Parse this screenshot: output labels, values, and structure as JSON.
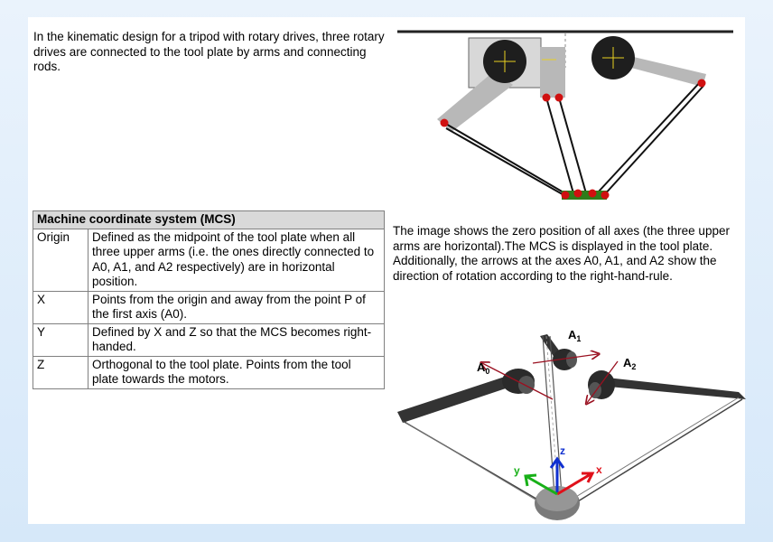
{
  "intro_text": "In the kinematic design for a tripod with rotary drives, three rotary drives are connected to the tool plate by arms and connecting rods.",
  "description_text": "The image shows the zero position of all axes (the three upper arms are horizontal).The MCS is displayed in the tool plate. Additionally, the arrows at the axes A0, A1, and A2 show the direction of rotation according to the right-hand-rule.",
  "mcs_table": {
    "header": "Machine coordinate system (MCS)",
    "rows": [
      {
        "key": "Origin",
        "value": "Defined as the midpoint of the tool plate when all three upper arms (i.e. the ones directly connected to A0, A1, and A2 respectively) are in horizontal position."
      },
      {
        "key": "X",
        "value": "Points from the origin and away from the point P of the first axis (A0)."
      },
      {
        "key": "Y",
        "value": "Defined by X and Z so that the MCS becomes right-handed."
      },
      {
        "key": "Z",
        "value": "Orthogonal to the tool plate. Points from the tool plate towards the motors."
      }
    ]
  },
  "diagram_3d": {
    "axis_a0": "A",
    "axis_a0_sub": "0",
    "axis_a1": "A",
    "axis_a1_sub": "1",
    "axis_a2": "A",
    "axis_a2_sub": "2",
    "coord_x": "x",
    "coord_y": "y",
    "coord_z": "z"
  },
  "colors": {
    "page_background": "#dbeaf9",
    "table_header": "#d9d9d9",
    "joint_red": "#d01010",
    "tool_plate_green": "#2e7d1a",
    "axis_x": "#e0101a",
    "axis_y": "#18b018",
    "axis_z": "#1030d0",
    "rotation_arrow": "#9a1020"
  }
}
